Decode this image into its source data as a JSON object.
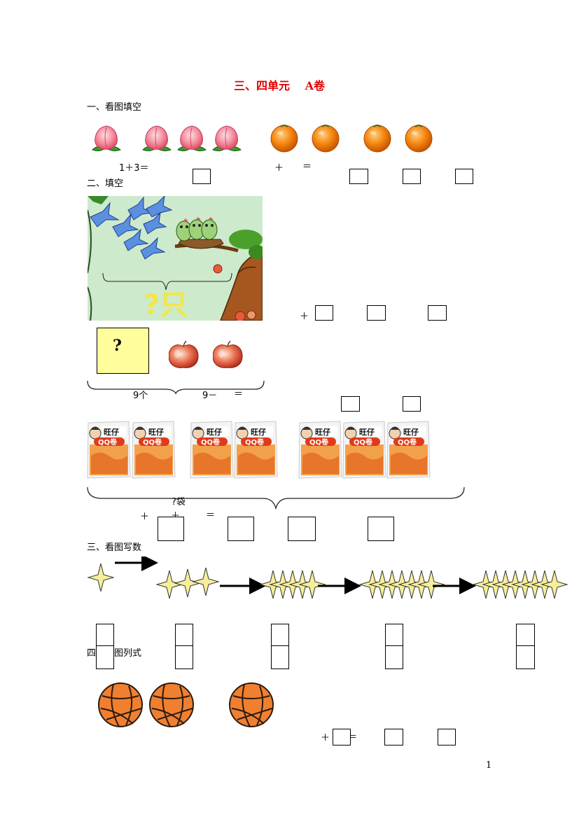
{
  "title": "三、四单元　 A卷",
  "sections": {
    "s1": "一、看图填空",
    "s2": "二、填空",
    "s3": "三、看图写数",
    "s4": "四、看图列式"
  },
  "q1": {
    "expr": "1＋3＝",
    "plus": "＋",
    "eq": "＝"
  },
  "q2": {
    "plus": "＋",
    "unknown_birds": "?只",
    "question_mark": "?",
    "total_label": "9个",
    "minus_expr": "9－",
    "eq": "＝"
  },
  "q3": {
    "bags_label": "?袋",
    "plus1": "＋",
    "plus2": "＋",
    "eq": "＝"
  },
  "q5": {
    "plus": "＋",
    "eq": "＝"
  },
  "page_number": "1",
  "colors": {
    "title": "#e00000",
    "peach": "#f07a8c",
    "orange": "#f07d0a",
    "star": "#f6ef9a",
    "basketball": "#f08030",
    "answer_box_fill": "#fffd9c"
  }
}
